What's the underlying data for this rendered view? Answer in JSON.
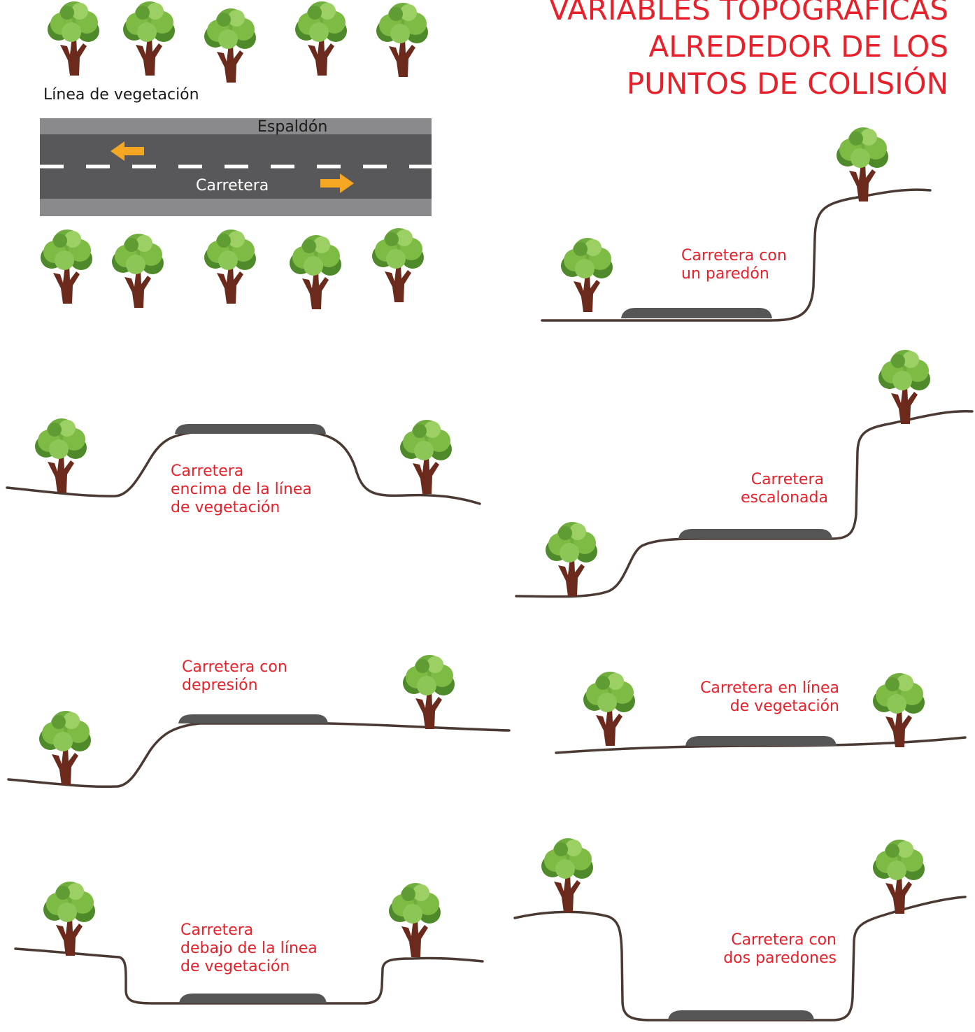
{
  "title": {
    "lines": [
      "VARIABLES TOPOGRÁFICAS",
      "ALREDEDOR DE LOS",
      "PUNTOS DE COLISIÓN"
    ]
  },
  "legend": {
    "vegetation_label": "Línea de vegetación",
    "shoulder_label": "Espaldón",
    "road_label": "Carretera"
  },
  "profiles": {
    "wall": {
      "label_lines": [
        "Carretera con",
        "un paredón"
      ]
    },
    "above": {
      "label_lines": [
        "Carretera",
        "encima de la línea",
        "de vegetación"
      ]
    },
    "stepped": {
      "label_lines": [
        "Carretera",
        "escalonada"
      ]
    },
    "depression": {
      "label_lines": [
        "Carretera con",
        "depresión"
      ]
    },
    "level": {
      "label_lines": [
        "Carretera en línea",
        "de vegetación"
      ]
    },
    "below": {
      "label_lines": [
        "Carretera",
        "debajo de la línea",
        "de vegetación"
      ]
    },
    "two_walls": {
      "label_lines": [
        "Carretera con",
        "dos paredones"
      ]
    }
  },
  "colors": {
    "title": "#e8202a",
    "label": "#e8202a",
    "ground": "#4a3a33",
    "road": "#58585a",
    "shoulder": "#8a8a8c",
    "lane_marking": "#ffffff",
    "arrow": "#f5a623",
    "foliage": "#6fae3c",
    "trunk": "#6b2a1c"
  },
  "icons": [
    "tree-icon",
    "arrow-left-icon",
    "arrow-right-icon"
  ]
}
